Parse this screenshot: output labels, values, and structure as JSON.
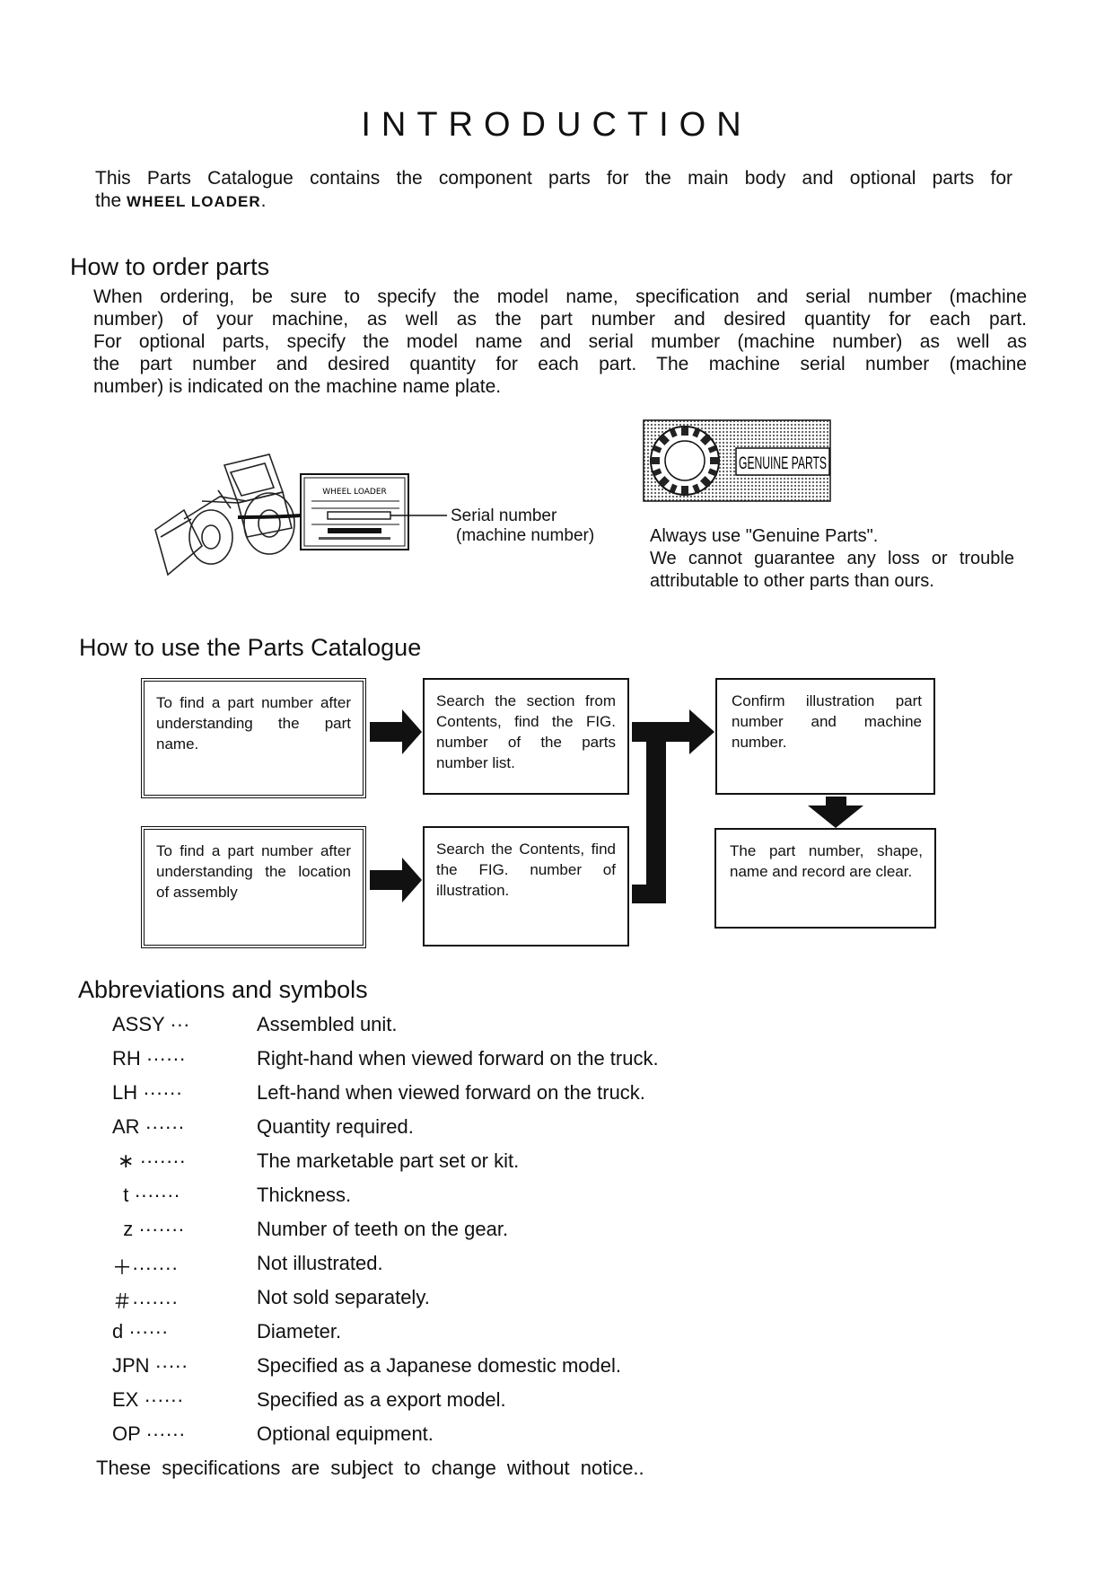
{
  "title": "INTRODUCTION",
  "intro": {
    "text": "This Parts Catalogue contains the component parts for the main body and optional parts for",
    "the": "the",
    "model": "WHEEL LOADER",
    "period": "."
  },
  "order": {
    "heading": "How to order parts",
    "lines": [
      "When ordering, be sure to specify the model name, specification and serial number (machine",
      "number) of your machine, as well as the part number and desired quantity for each part.",
      "For optional parts, specify the model name and serial mumber (machine number) as well as",
      "the part number and desired quantity for each part.  The machine serial number (machine",
      "number) is indicated on the machine name plate."
    ],
    "plate_text": "WHEEL LOADER",
    "serial_label_1": "Serial number",
    "serial_label_2": "(machine number)"
  },
  "genuine": {
    "logo_text": "GENUINE PARTS",
    "note_1": "Always use \"Genuine Parts\".",
    "note_2": "We cannot guarantee any loss or trouble attributable to other parts than ours."
  },
  "catalogue": {
    "heading": "How to use the Parts Catalogue",
    "box1": "To find a part number after understanding the part name.",
    "box2": "Search the section from Contents, find the FIG. number of the parts number list.",
    "box3": "Confirm illustration part number and machine number.",
    "box4": "To find a part number after understanding the location of assembly",
    "box5": "Search the Contents, find the FIG. number of illustration.",
    "box6": "The part number, shape, name and record are clear."
  },
  "abbreviations": {
    "heading": "Abbreviations and symbols",
    "items": [
      {
        "symbol": "ASSY ···",
        "definition": "Assembled unit."
      },
      {
        "symbol": "RH ······",
        "definition": "Right-hand when viewed forward on the truck."
      },
      {
        "symbol": "LH ······",
        "definition": "Left-hand when viewed forward on the truck."
      },
      {
        "symbol": "AR ······",
        "definition": "Quantity required."
      },
      {
        "symbol": " ∗ ·······",
        "definition": "The marketable part set or kit."
      },
      {
        "symbol": "  t ·······",
        "definition": "Thickness."
      },
      {
        "symbol": "  z ·······",
        "definition": "Number of teeth on the gear."
      },
      {
        "symbol": "＋·······",
        "definition": "Not illustrated."
      },
      {
        "symbol": "＃·······",
        "definition": "Not sold separately."
      },
      {
        "symbol": "d ······",
        "definition": "Diameter."
      },
      {
        "symbol": "JPN ·····",
        "definition": "Specified as a Japanese domestic model."
      },
      {
        "symbol": "EX ······",
        "definition": "Specified as a export model."
      },
      {
        "symbol": "OP ······",
        "definition": "Optional equipment."
      }
    ],
    "footer": "These specifications are subject to change without notice.."
  }
}
